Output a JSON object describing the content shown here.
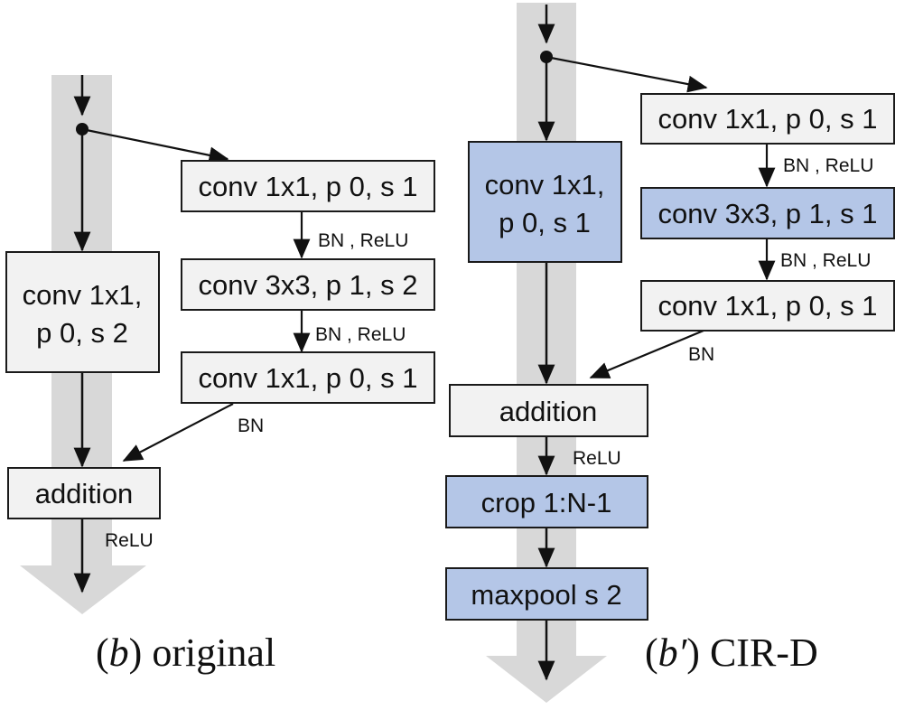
{
  "colors": {
    "shortcut_band": "#d8d8d8",
    "box_fill": "#f2f2f2",
    "box_highlight_fill": "#b4c6e7",
    "box_stroke": "#1a1a1a",
    "arrow": "#111111"
  },
  "left": {
    "shortcut_box": {
      "line1": "conv 1x1,",
      "line2": "p 0, s 2"
    },
    "branch_conv1": "conv 1x1, p 0, s 1",
    "branch_conv2": "conv 3x3, p 1, s 2",
    "branch_conv3": "conv 1x1, p 0, s 1",
    "label_bn_relu_1": "BN , ReLU",
    "label_bn_relu_2": "BN , ReLU",
    "label_bn": "BN",
    "addition": "addition",
    "label_relu": "ReLU",
    "caption": {
      "symbol": "b",
      "text": "original"
    }
  },
  "right": {
    "shortcut_box": {
      "line1": "conv 1x1,",
      "line2": "p 0, s 1"
    },
    "branch_conv1": "conv 1x1, p 0, s 1",
    "branch_conv2": "conv 3x3, p 1, s 1",
    "branch_conv3": "conv 1x1, p 0, s 1",
    "label_bn_relu_1": "BN , ReLU",
    "label_bn_relu_2": "BN , ReLU",
    "label_bn": "BN",
    "addition": "addition",
    "label_relu": "ReLU",
    "crop": "crop 1:N-1",
    "maxpool": "maxpool s 2",
    "caption": {
      "symbol": "b′",
      "text": "CIR-D"
    }
  }
}
